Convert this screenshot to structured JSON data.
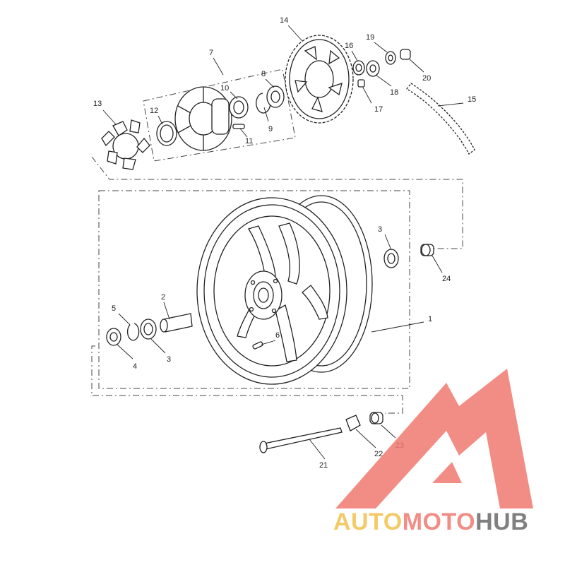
{
  "diagram": {
    "callouts": [
      "1",
      "2",
      "3",
      "3",
      "4",
      "5",
      "6",
      "7",
      "8",
      "9",
      "10",
      "11",
      "12",
      "13",
      "14",
      "15",
      "16",
      "17",
      "18",
      "19",
      "20",
      "21",
      "22",
      "23",
      "24"
    ]
  },
  "watermark": {
    "word_1": "AUTO",
    "word_2": "MOTO",
    "word_3": "HUB",
    "colors": {
      "auto": "#f2c14e",
      "moto": "#f07a72",
      "hub": "#6b6b6b",
      "logo": "#f07a72"
    }
  }
}
